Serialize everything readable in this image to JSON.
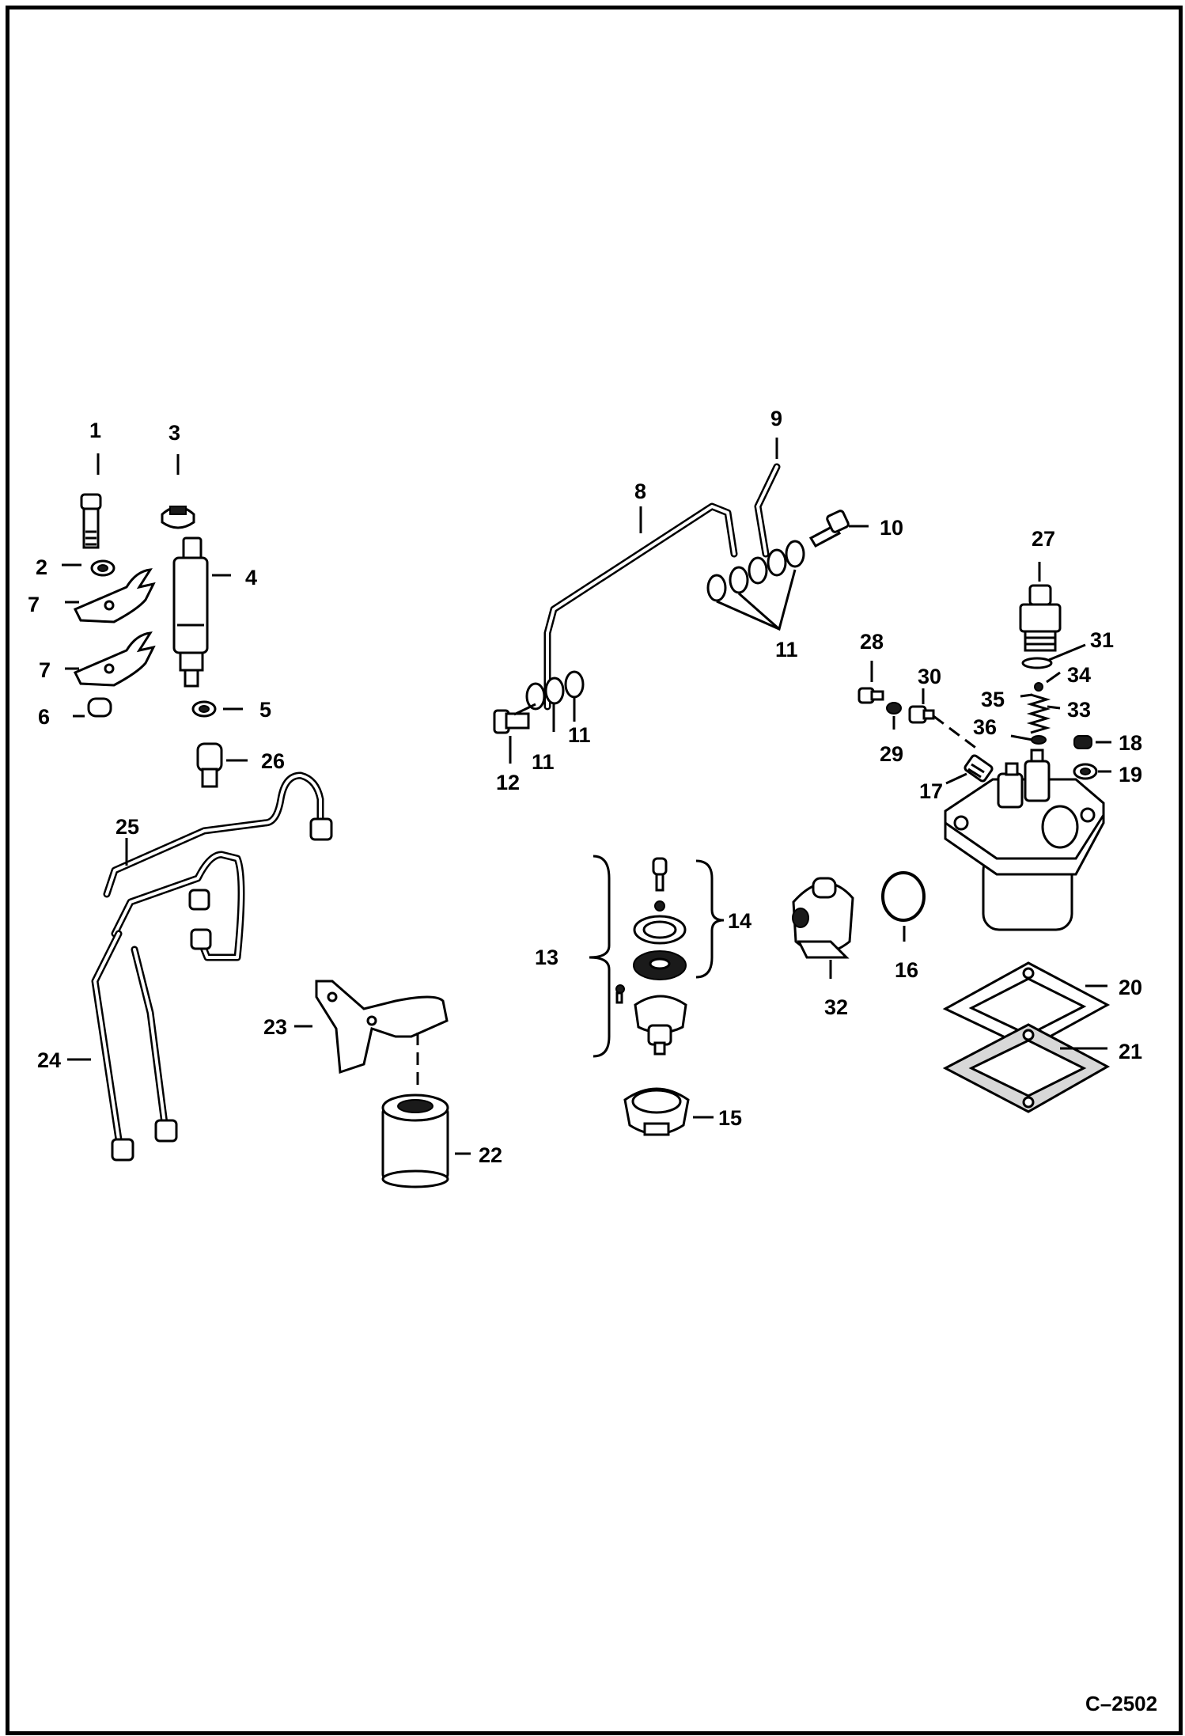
{
  "diagram": {
    "figure_id": "C–2502",
    "callouts": [
      "1",
      "2",
      "3",
      "4",
      "5",
      "6",
      "7",
      "7",
      "8",
      "9",
      "10",
      "11",
      "11",
      "11",
      "12",
      "13",
      "14",
      "15",
      "16",
      "17",
      "18",
      "19",
      "20",
      "21",
      "22",
      "23",
      "24",
      "25",
      "26",
      "27",
      "28",
      "29",
      "30",
      "31",
      "32",
      "33",
      "34",
      "35",
      "36"
    ]
  },
  "colors": {
    "ink": "#000000",
    "paper": "#ffffff",
    "gasket_fill": "#d8d8d8"
  }
}
